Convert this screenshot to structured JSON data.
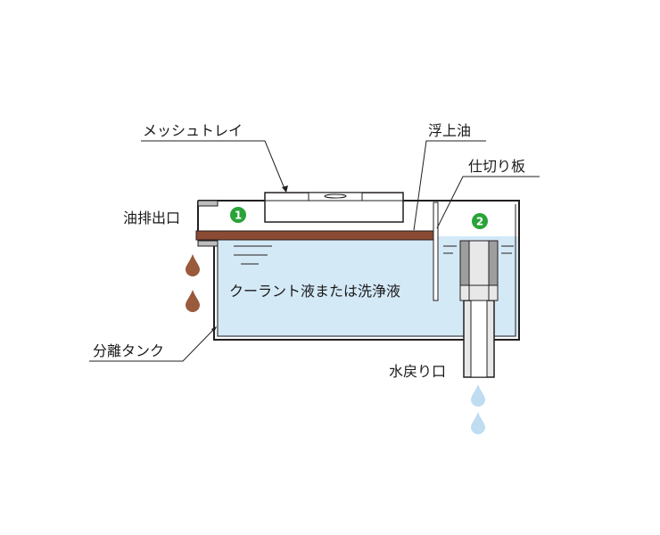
{
  "labels": {
    "mesh_tray": "メッシュトレイ",
    "floating_oil": "浮上油",
    "partition": "仕切り板",
    "oil_outlet": "油排出口",
    "liquid": "クーラント液または洗浄液",
    "separation_tank": "分離タンク",
    "water_return": "水戻り口"
  },
  "markers": {
    "one": "1",
    "two": "2"
  },
  "colors": {
    "tank_outline": "#231f20",
    "liquid": "#d4e9f6",
    "oil_layer": "#8b4a33",
    "oil_drop": "#9a5a3c",
    "water_drop": "#bfdcf1",
    "marker": "#2aa339",
    "pipe": "#e8e8e8"
  }
}
